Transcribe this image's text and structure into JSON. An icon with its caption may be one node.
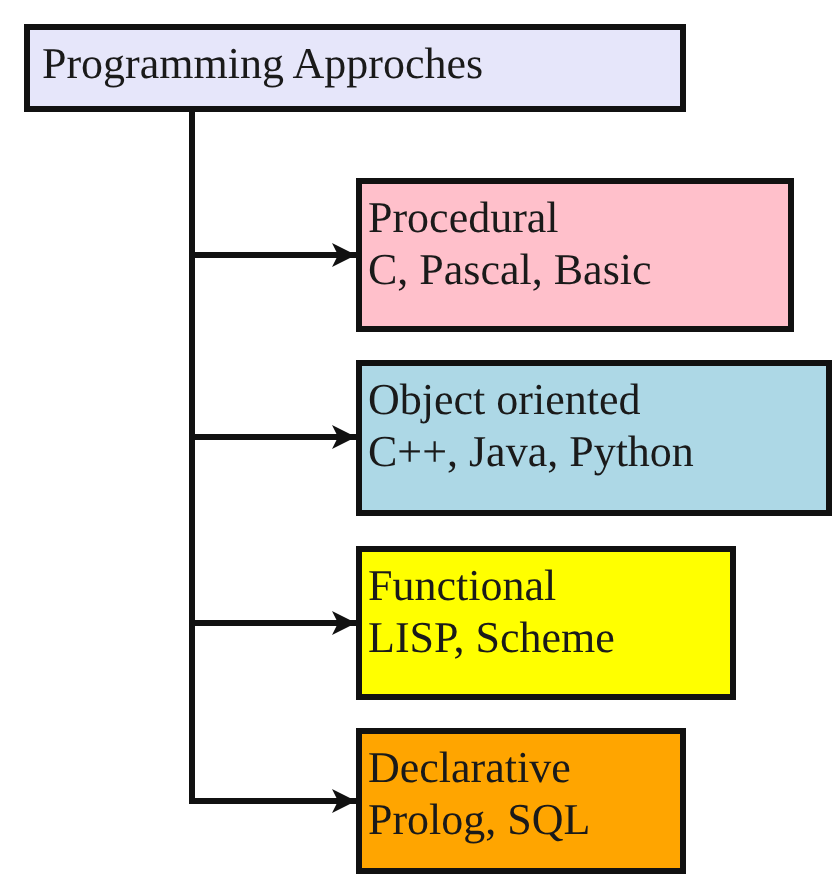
{
  "diagram": {
    "nodes": [
      {
        "text": [
          "Programming Approches"
        ]
      },
      {
        "text": [
          "Procedural",
          "C, Pascal, Basic"
        ]
      },
      {
        "text": [
          "Object oriented",
          "C++, Java, Python"
        ]
      },
      {
        "text": [
          "Functional",
          "LISP, Scheme"
        ]
      },
      {
        "text": [
          "Declarative",
          "Prolog, SQL"
        ]
      }
    ],
    "edges": [
      {
        "from": 0,
        "to": 1,
        "arrow": "to"
      },
      {
        "from": 0,
        "to": 2,
        "arrow": "to"
      },
      {
        "from": 0,
        "to": 3,
        "arrow": "to"
      },
      {
        "from": 0,
        "to": 4,
        "arrow": "to"
      }
    ]
  }
}
